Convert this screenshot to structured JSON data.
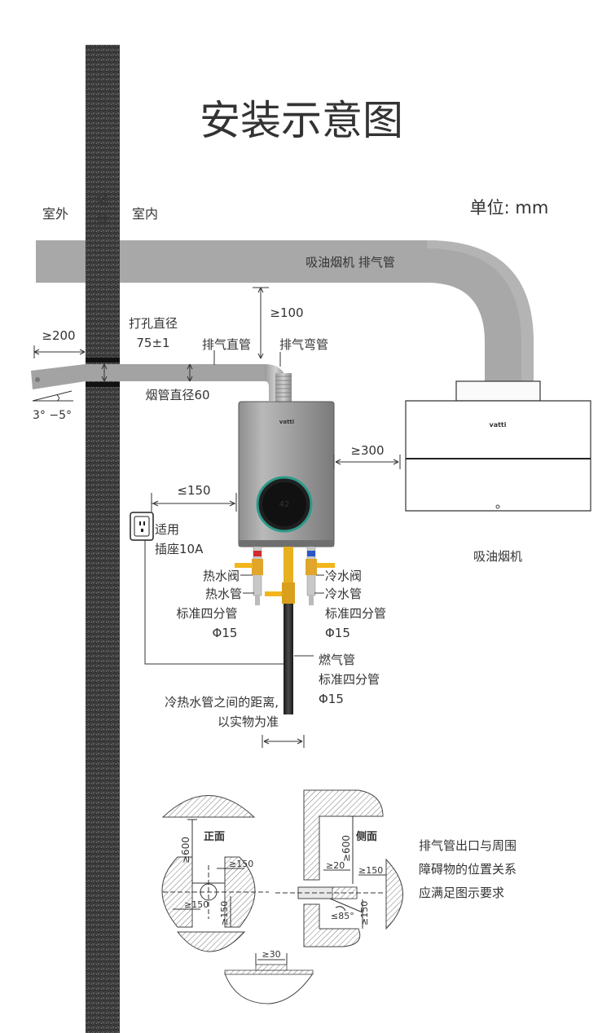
{
  "title": "安装示意图",
  "unit": "单位: mm",
  "labels": {
    "outdoor": "室外",
    "wall_1": "墙",
    "wall_2": "体",
    "indoor": "室内",
    "hood_exhaust_pipe": "吸油烟机 排气管",
    "hood": "吸油烟机",
    "drill_dia_1": "打孔直径",
    "drill_dia_2": "75±1",
    "straight_pipe": "排气直管",
    "elbow_pipe": "排气弯管",
    "flue_dia": "烟管直径60",
    "outdoor_extend": "≥200",
    "slope": "3° −5°",
    "top_clear": "≥100",
    "side_clear": "≥300",
    "socket_dist": "≤150",
    "socket_1": "适用",
    "socket_2": "插座10A",
    "hot_valve": "热水阀",
    "hot_pipe": "热水管",
    "hot_std": "标准四分管",
    "hot_phi": "Φ15",
    "cold_valve": "冷水阀",
    "cold_pipe": "冷水管",
    "cold_std": "标准四分管",
    "cold_phi": "Φ15",
    "gas_pipe": "燃气管",
    "gas_std": "标准四分管",
    "gas_phi": "Φ15",
    "pipe_dist_1": "冷热水管之间的距离,",
    "pipe_dist_2": "以实物为准",
    "front_view": "正面",
    "side_view": "侧面",
    "note_1": "排气管出口与周围",
    "note_2": "障碍物的位置关系",
    "note_3": "应满足图示要求",
    "dim_600_front": "≥600",
    "dim_150_front_top": "≥150",
    "dim_150_front_left": "≥150",
    "dim_150_front_bottom": "≥150",
    "dim_600_side": "≥600",
    "dim_20_side": "≥20",
    "dim_150_side_right": "≥150",
    "dim_85_side": "≤85°",
    "dim_150_side_bottom": "≥150",
    "dim_30": "≥30"
  },
  "device": {
    "heater_brand": "vatti",
    "hood_brand": "vatti",
    "display_value": "42"
  },
  "colors": {
    "pipe_gray": "#a7a7a7",
    "wall_dark": "#3a3a3a",
    "valve_yellow": "#f2b51c",
    "hot_red": "#d12b2b",
    "cold_blue": "#2a56c9"
  }
}
